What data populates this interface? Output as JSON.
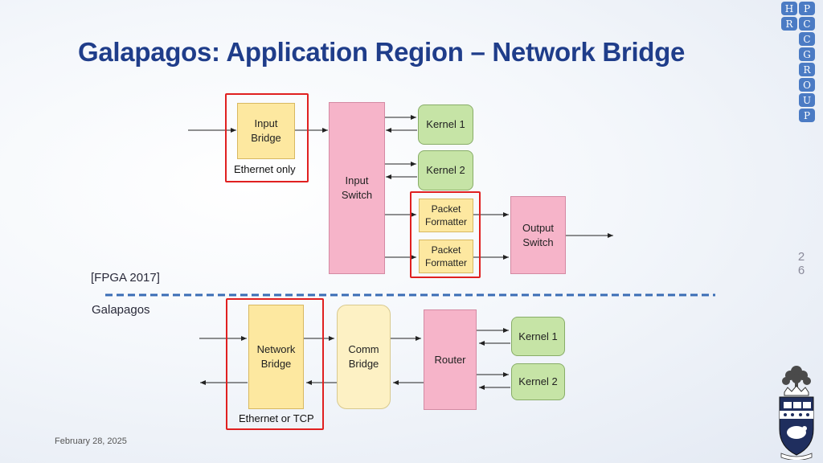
{
  "slide": {
    "title": "Galapagos: Application Region – Network Bridge",
    "date": "February 28, 2025",
    "page_number": "26"
  },
  "top_diagram": {
    "citation": "[FPGA 2017]",
    "input_bridge": "Input\nBridge",
    "input_bridge_caption": "Ethernet only",
    "input_switch": "Input\nSwitch",
    "kernel1": "Kernel 1",
    "kernel2": "Kernel 2",
    "packet_formatter1": "Packet\nFormatter",
    "packet_formatter2": "Packet\nFormatter",
    "output_switch": "Output\nSwitch"
  },
  "bottom_diagram": {
    "section_label": "Galapagos",
    "network_bridge": "Network\nBridge",
    "network_bridge_caption": "Ethernet or TCP",
    "comm_bridge": "Comm\nBridge",
    "router": "Router",
    "kernel1": "Kernel 1",
    "kernel2": "Kernel 2"
  },
  "logo": {
    "letters": [
      "H",
      "P",
      "C",
      "R",
      "C",
      "G",
      "R",
      "O",
      "U",
      "P"
    ]
  },
  "colors": {
    "title": "#1f3d8a",
    "highlight": "#e02020",
    "yellow_block": "#fde8a0",
    "pink_block": "#f6b4c9",
    "green_block": "#c6e4a6",
    "cream_block": "#fdf1c4",
    "divider": "#3a6db5",
    "logo_puzzle": "#4b7bc4",
    "crest_navy": "#1f2e5e"
  }
}
